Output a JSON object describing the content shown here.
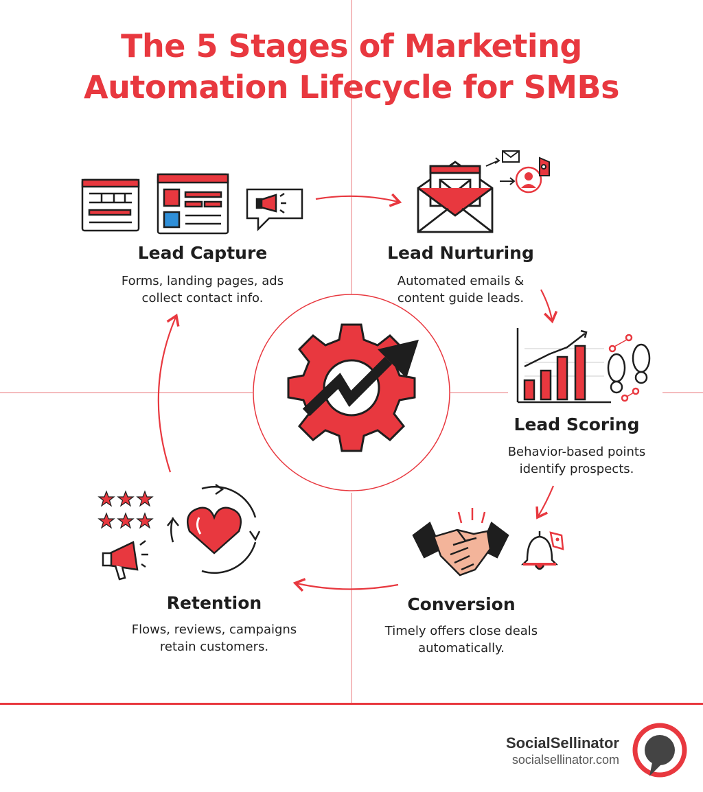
{
  "title": {
    "line1": "The 5 Stages of Marketing",
    "line2": "Automation Lifecycle for SMBs"
  },
  "stages": [
    {
      "name": "Lead Capture",
      "desc1": "Forms, landing pages, ads",
      "desc2": "collect contact info.",
      "icon": "form-browser-megaphone-icons"
    },
    {
      "name": "Lead Nurturing",
      "desc1": "Automated emails &",
      "desc2": "content guide leads.",
      "icon": "envelope-icon"
    },
    {
      "name": "Lead Scoring",
      "desc1": "Behavior-based points",
      "desc2": "identify prospects.",
      "icon": "bar-chart-icon"
    },
    {
      "name": "Conversion",
      "desc1": "Timely offers close deals",
      "desc2": "automatically.",
      "icon": "handshake-icon"
    },
    {
      "name": "Retention",
      "desc1": "Flows, reviews, campaigns",
      "desc2": "retain customers.",
      "icon": "heart-cycle-icon"
    }
  ],
  "center_icon": "gear-trend-arrow-icon",
  "footer": {
    "brand": "SocialSellinator",
    "url": "socialsellinator.com"
  },
  "colors": {
    "accent": "#e8383f",
    "dark": "#1e1e1e",
    "blue": "#2f8fd8"
  }
}
